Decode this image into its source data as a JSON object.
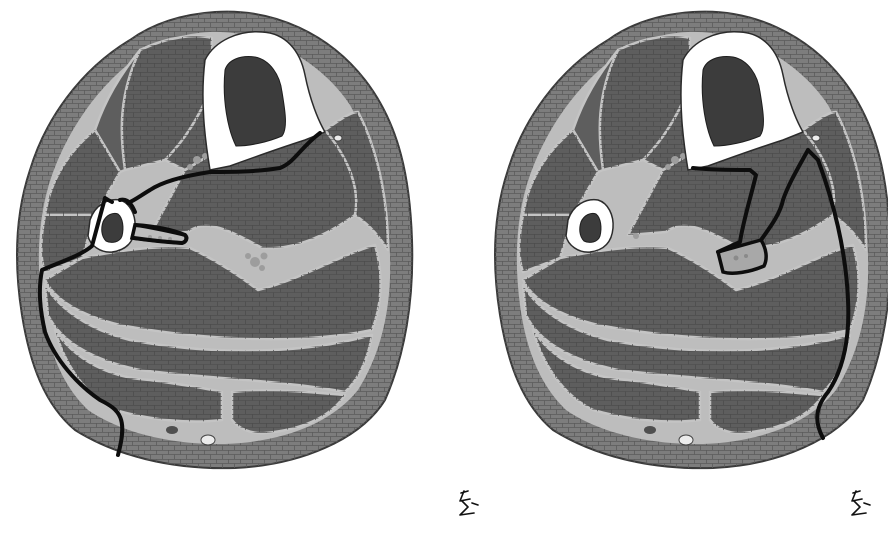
{
  "figure": {
    "panels": [
      {
        "id": "left",
        "bones": [
          "tibia",
          "fibula"
        ],
        "incision": "posterolateral"
      },
      {
        "id": "right",
        "bones": [
          "tibia",
          "fibula"
        ],
        "incision": "posterior"
      }
    ],
    "colors": {
      "skin": "#7d7d7d",
      "muscle": "#5e5e5e",
      "fascia": "#c4c4c4",
      "bone": "#ffffff",
      "marrow": "#3c3c3c",
      "incision": "#0d0d0d"
    },
    "signature": "artist-signature"
  }
}
